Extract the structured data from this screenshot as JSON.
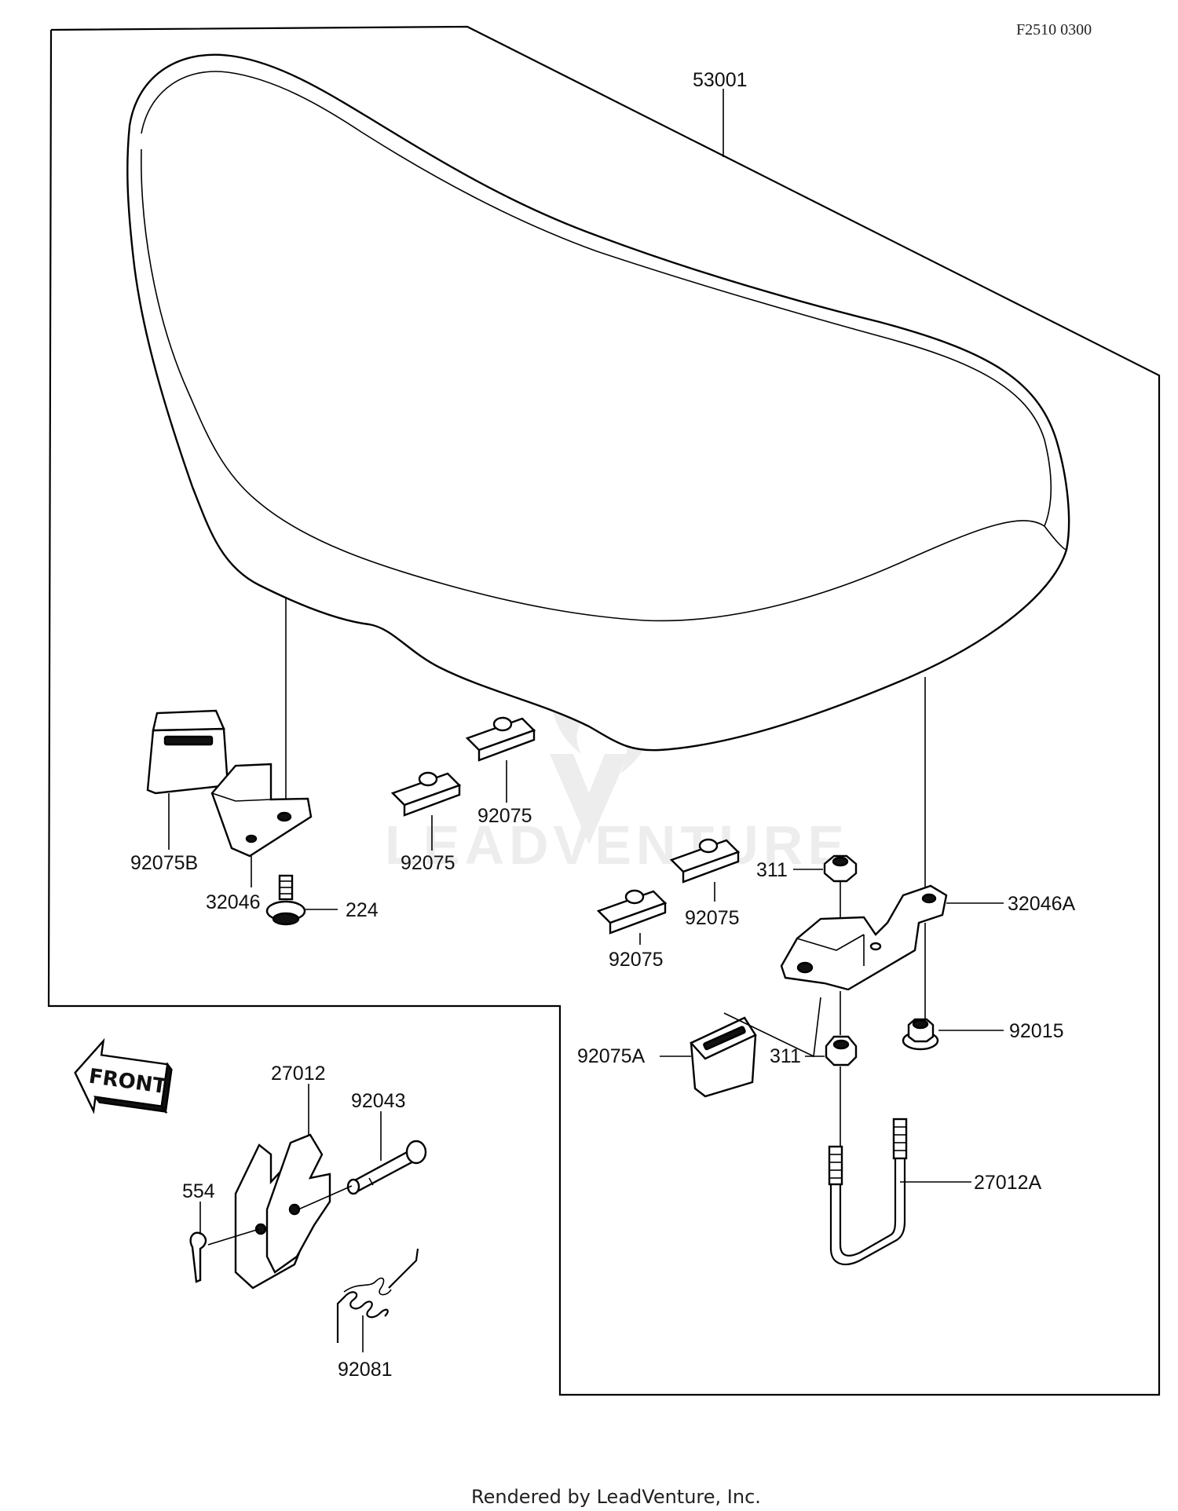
{
  "diagram_code": "F2510 0300",
  "footer_text": "Rendered by LeadVenture, Inc.",
  "watermark_text": "LEADVENTURE",
  "front_indicator": "FRONT",
  "labels": {
    "p53001": "53001",
    "p92075B": "92075B",
    "p32046": "32046",
    "p224": "224",
    "p92075_a": "92075",
    "p92075_b": "92075",
    "p92075_c": "92075",
    "p92075_d": "92075",
    "p311_top": "311",
    "p32046A": "32046A",
    "p92015": "92015",
    "p92075A": "92075A",
    "p311_bottom": "311",
    "p27012A": "27012A",
    "p27012": "27012",
    "p92043": "92043",
    "p554": "554",
    "p92081": "92081"
  }
}
